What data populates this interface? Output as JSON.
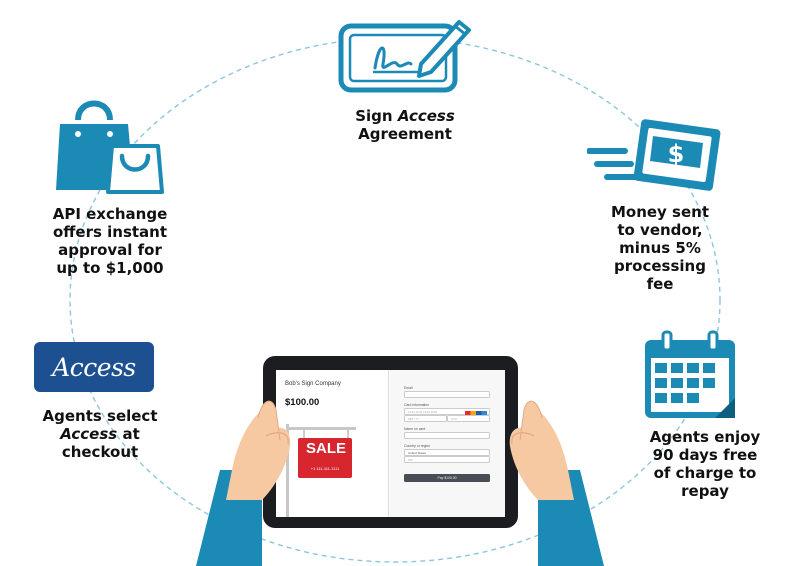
{
  "colors": {
    "accent": "#1b8ab5",
    "accent_dark": "#1d5091",
    "sale_red": "#d7262e",
    "skin": "#f7c9a3"
  },
  "steps": {
    "sign": {
      "line1_prefix": "Sign ",
      "line1_em": "Access",
      "line2": "Agreement",
      "icon": "signature-pad-icon"
    },
    "money": {
      "lines": [
        "Money sent",
        "to vendor,",
        "minus 5%",
        "processing",
        "fee"
      ],
      "icon": "dollar-bill-icon"
    },
    "api": {
      "lines": [
        "API exchange",
        "offers instant",
        "approval for",
        "up to $1,000"
      ],
      "icon": "shopping-bag-icon"
    },
    "agents_select": {
      "line1": "Agents select",
      "line2_em": "Access",
      "line2_suffix": " at",
      "line3": "checkout",
      "logo_text": "Access"
    },
    "repay": {
      "lines": [
        "Agents enjoy",
        "90 days free",
        "of charge to",
        "repay"
      ],
      "icon": "calendar-icon"
    }
  },
  "tablet": {
    "shop_name": "Bob's Sign Company",
    "price": "$100.00",
    "sale_sign": {
      "text": "SALE",
      "phone": "+1 111-111-1111"
    },
    "form": {
      "email_label": "Email",
      "card_label": "Card information",
      "card_placeholder": "1234 1234 1234 1234",
      "expiry_placeholder": "MM / YY",
      "cvc_placeholder": "CVC",
      "name_label": "Name on card",
      "country_label": "Country or region",
      "country_value": "United States",
      "zip_placeholder": "ZIP",
      "pay_label": "Pay $100.00"
    }
  }
}
